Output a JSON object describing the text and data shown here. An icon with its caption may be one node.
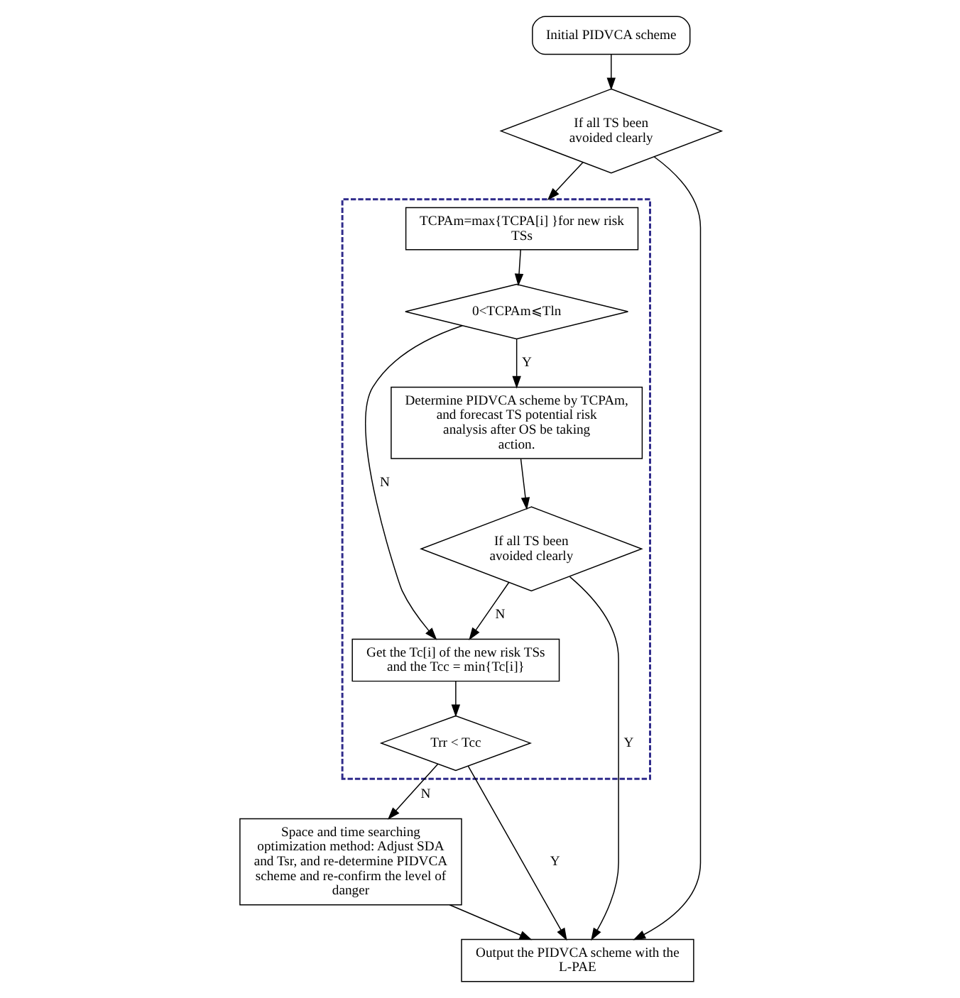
{
  "diagram": {
    "nodes": [
      {
        "text": [
          "Initial PIDVCA scheme"
        ]
      },
      {
        "text": [
          "If all TS been avoided clearly"
        ]
      },
      {
        "text": [],
        "shape": "box"
      },
      {
        "text": [
          "TCPAm=max{TCPA[i] }for new risk TSs"
        ],
        "in": 2
      },
      {
        "text": [
          "0<TCPAm⩽Tln"
        ],
        "in": 2
      },
      {
        "text": [
          "Determine PIDVCA scheme by TCPAm, and forecast TS potential risk analysis after OS be taking action."
        ],
        "in": 2
      },
      {
        "text": [
          "Get the Tc[i] of the new risk TSs and the Tcc = min{Tc[i]}"
        ],
        "in": 2
      },
      {
        "text": [
          "If all TS been avoided clearly"
        ],
        "in": 2
      },
      {
        "text": [
          "Trr < Tcc"
        ],
        "in": 2
      },
      {
        "text": [
          "Space and time searching optimization method: Adjust SDA and Tsr, and re-determine PIDVCA scheme and re-confirm the level of danger"
        ]
      },
      {
        "text": [
          "Output the PIDVCA scheme with the L-PAE"
        ]
      }
    ],
    "edges": [
      {
        "from": 0,
        "to": 1,
        "arrow": "to"
      },
      {
        "from": 1,
        "to": 2,
        "arrow": "to"
      },
      {
        "from": 1,
        "to": 10,
        "arrow": "to"
      },
      {
        "from": 3,
        "to": 4,
        "arrow": "to"
      },
      {
        "from": 4,
        "to": 5,
        "arrow": "to",
        "label": "Y"
      },
      {
        "from": 4,
        "to": 6,
        "arrow": "to",
        "label": "N"
      },
      {
        "from": 5,
        "to": 7,
        "arrow": "to"
      },
      {
        "from": 7,
        "to": 6,
        "arrow": "to",
        "label": "N"
      },
      {
        "from": 6,
        "to": 8,
        "arrow": "to"
      },
      {
        "from": 8,
        "to": 10,
        "arrow": "to",
        "label": "Y"
      },
      {
        "from": 7,
        "to": 10,
        "arrow": "to",
        "label": "Y"
      },
      {
        "from": 8,
        "to": 9,
        "arrow": "to",
        "label": "N"
      },
      {
        "from": 9,
        "to": 10,
        "arrow": "to"
      }
    ]
  }
}
